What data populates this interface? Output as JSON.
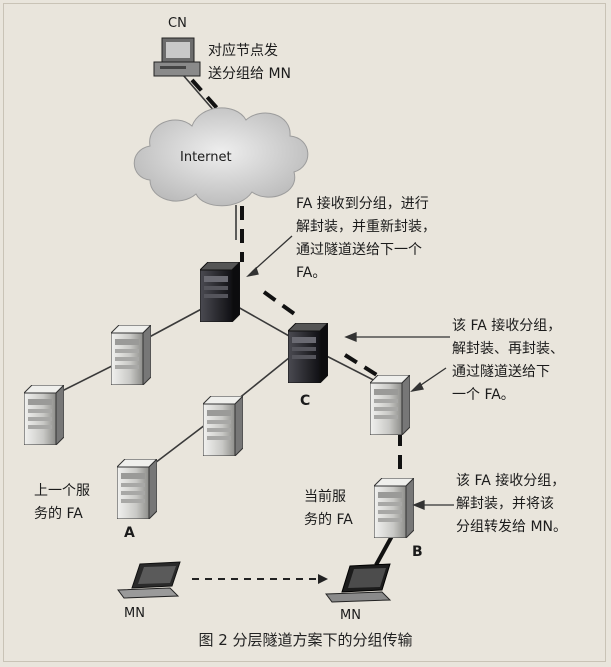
{
  "cn": {
    "label": "CN",
    "note": "对应节点发\n送分组给 MN"
  },
  "internet": {
    "label": "Internet"
  },
  "notes": {
    "top_fa": "FA 接收到分组，进行\n解封装，并重新封装，\n通过隧道送给下一个\nFA。",
    "mid_fa": "该 FA 接收分组，\n解封装、再封装、\n通过隧道送给下\n一个 FA。",
    "current_fa": "该 FA 接收分组，\n解封装，并将该\n分组转发给 MN。"
  },
  "nodes": {
    "c": "C",
    "a": "A",
    "b": "B",
    "prev_fa": "上一个服\n务的 FA",
    "current_fa": "当前服\n务的 FA"
  },
  "mn": {
    "left": "MN",
    "right": "MN"
  },
  "caption": "图 2  分层隧道方案下的分组传输",
  "colors": {
    "server_light": "#d8d8d6",
    "server_dark": "#2a2a2e",
    "line": "#333333",
    "cloud": "#cfcfcf"
  }
}
